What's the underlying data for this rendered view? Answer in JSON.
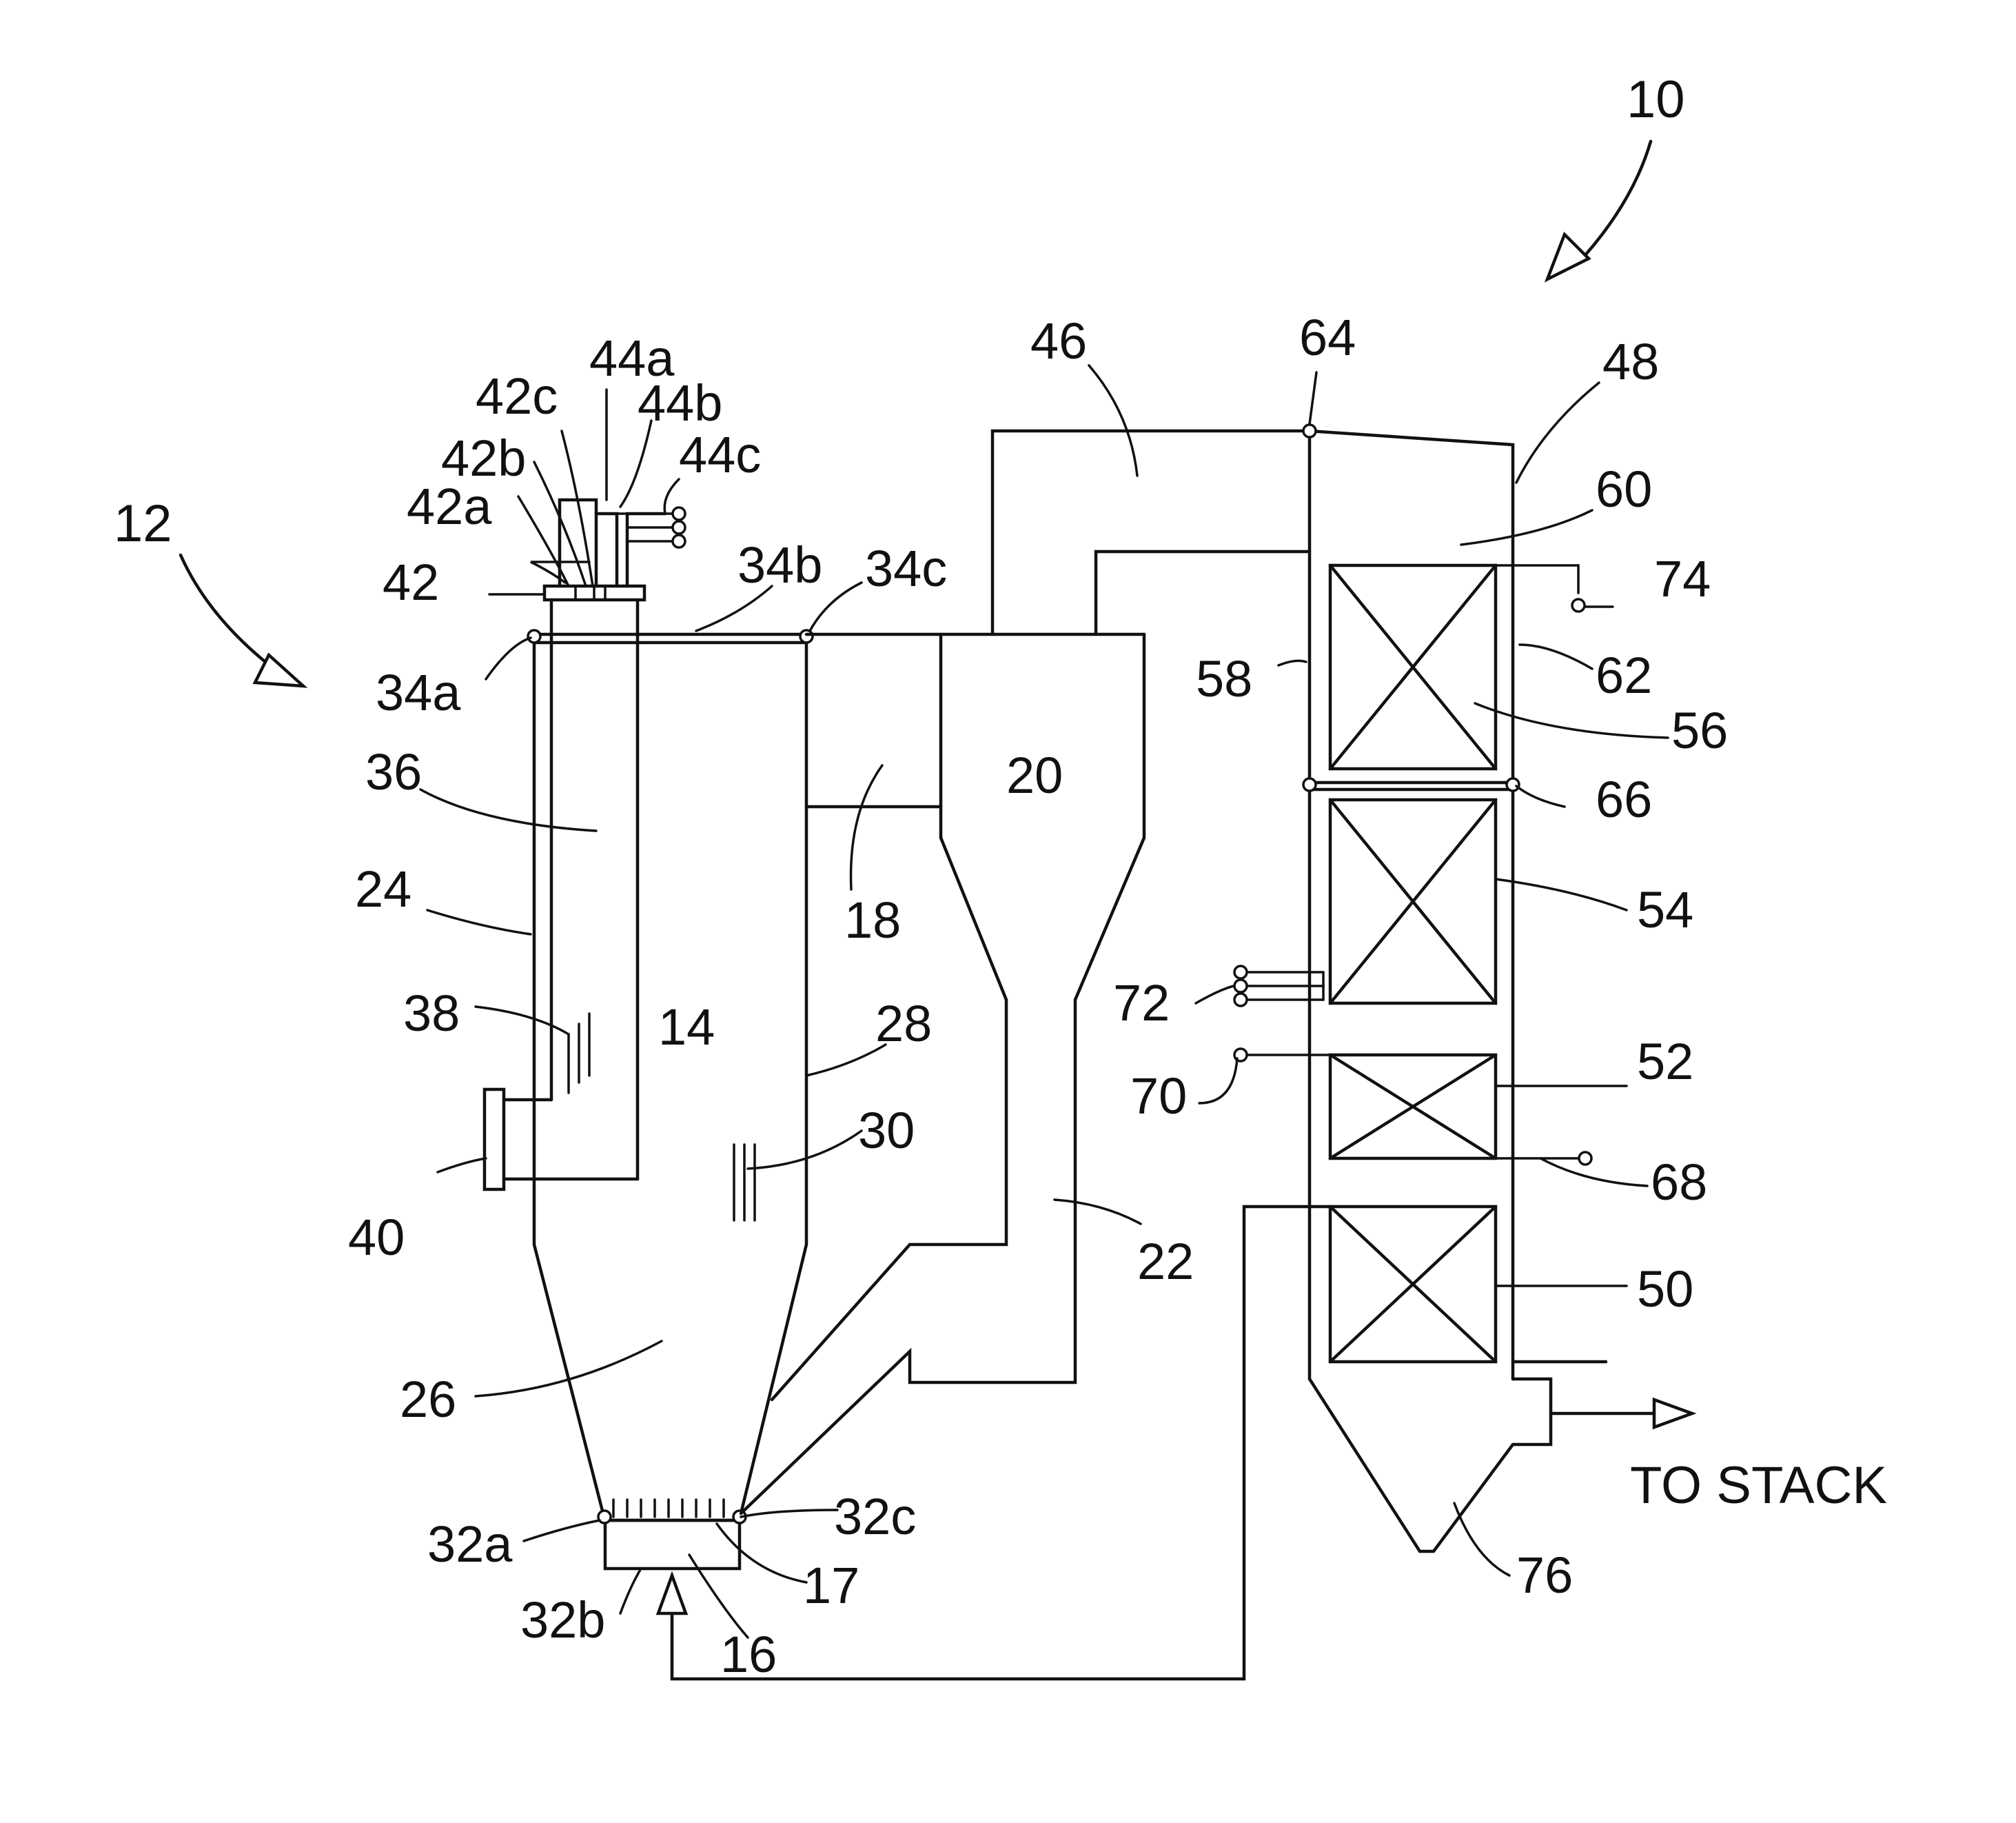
{
  "figure": {
    "output_label": "TO STACK",
    "labels": {
      "n10": "10",
      "n12": "12",
      "n14": "14",
      "n16": "16",
      "n17": "17",
      "n18": "18",
      "n20": "20",
      "n22": "22",
      "n24": "24",
      "n26": "26",
      "n28": "28",
      "n30": "30",
      "n32a": "32a",
      "n32b": "32b",
      "n32c": "32c",
      "n34a": "34a",
      "n34b": "34b",
      "n34c": "34c",
      "n36": "36",
      "n38": "38",
      "n40": "40",
      "n42": "42",
      "n42a": "42a",
      "n42b": "42b",
      "n42c": "42c",
      "n44a": "44a",
      "n44b": "44b",
      "n44c": "44c",
      "n46": "46",
      "n48": "48",
      "n50": "50",
      "n52": "52",
      "n54": "54",
      "n56": "56",
      "n58": "58",
      "n60": "60",
      "n62": "62",
      "n64": "64",
      "n66": "66",
      "n68": "68",
      "n70": "70",
      "n72": "72",
      "n74": "74",
      "n76": "76"
    }
  }
}
